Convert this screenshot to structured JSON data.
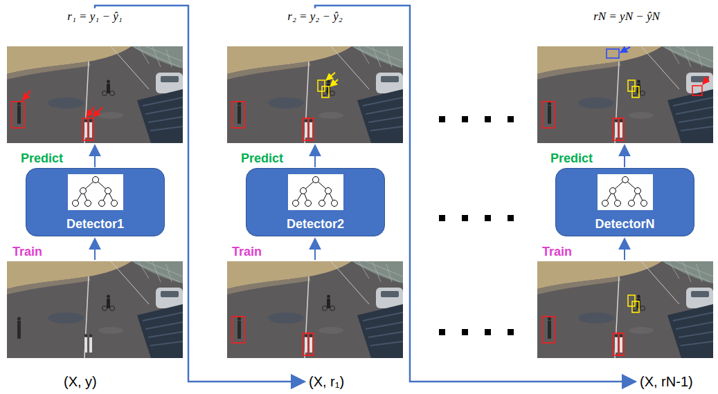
{
  "diagram": {
    "nodes": [
      {
        "text": [
          "Detector1"
        ]
      },
      {
        "text": [
          "Detector2"
        ]
      },
      {
        "text": [
          "DetectorN"
        ]
      }
    ],
    "labels": [
      "r₁ = y₁ − ŷ₁",
      "Predict",
      "Train",
      "(X, y)",
      "r₂ = y₂ − ŷ₂",
      "Predict",
      "Train",
      "(X, r₁)",
      "rN = yN − ŷN",
      "Predict",
      "Train",
      "(X, rN-1)"
    ]
  }
}
